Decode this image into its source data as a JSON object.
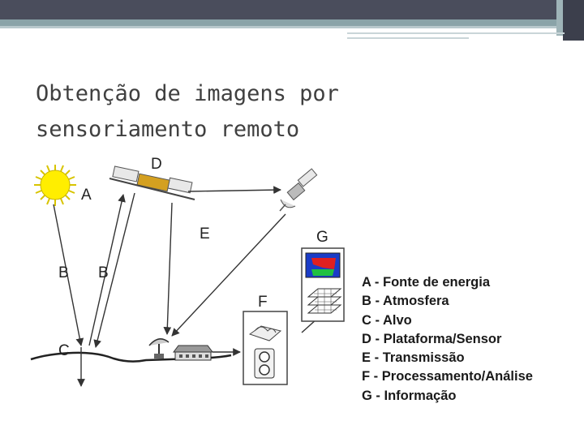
{
  "slide": {
    "title_line1": "Obtenção de imagens por",
    "title_line2": "sensoriamento remoto"
  },
  "diagram": {
    "labels": {
      "a": "A",
      "b_left": "B",
      "b_right": "B",
      "c": "C",
      "d": "D",
      "e": "E",
      "f": "F",
      "g": "G"
    }
  },
  "legend": {
    "items": [
      {
        "key": "A",
        "sep": " - ",
        "text": "Fonte de energia"
      },
      {
        "key": "B",
        "sep": " - ",
        "text": "Atmosfera"
      },
      {
        "key": "C",
        "sep": " - ",
        "text": "Alvo"
      },
      {
        "key": "D",
        "sep": " - ",
        "text": "Plataforma/Sensor"
      },
      {
        "key": "E",
        "sep": " - ",
        "text": "Transmissão"
      },
      {
        "key": "F",
        "sep": " - ",
        "text": "Processamento/Análise"
      },
      {
        "key": "G",
        "sep": " - ",
        "text": "Informação"
      }
    ]
  },
  "colors": {
    "header": "#4a4d5c",
    "header_accent": "#8aa3a8",
    "title_text": "#404040",
    "sun": "#ffee00",
    "image_red": "#e02020",
    "image_blue": "#1a3cc8",
    "image_green": "#20c040"
  }
}
